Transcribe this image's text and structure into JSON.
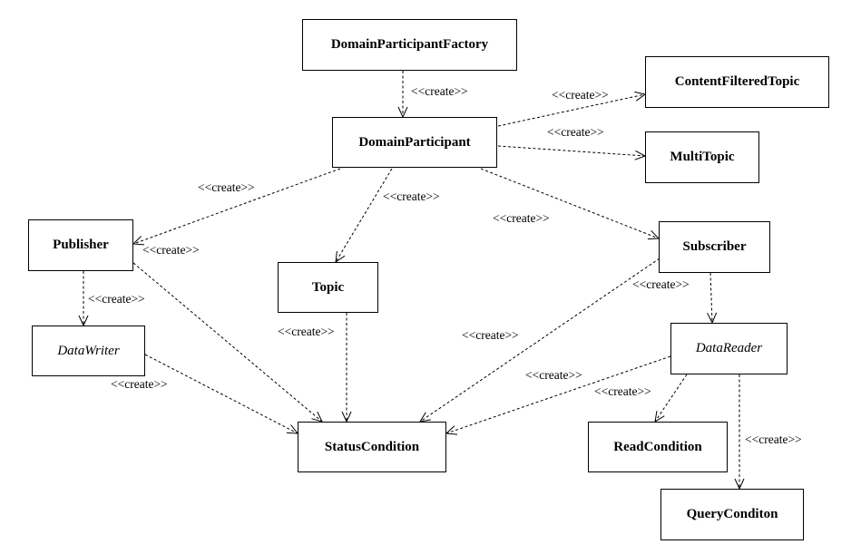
{
  "nodes": {
    "factory": "DomainParticipantFactory",
    "participant": "DomainParticipant",
    "cft": "ContentFilteredTopic",
    "multitopic": "MultiTopic",
    "publisher": "Publisher",
    "topic": "Topic",
    "subscriber": "Subscriber",
    "datawriter": "DataWriter",
    "datareader": "DataReader",
    "statuscondition": "StatusCondition",
    "readcondition": "ReadCondition",
    "querycondition": "QueryConditon"
  },
  "edge_label": "<<create>>",
  "edges": [
    {
      "from": "factory",
      "to": "participant",
      "label": "<<create>>"
    },
    {
      "from": "participant",
      "to": "cft",
      "label": "<<create>>"
    },
    {
      "from": "participant",
      "to": "multitopic",
      "label": "<<create>>"
    },
    {
      "from": "participant",
      "to": "publisher",
      "label": "<<create>>"
    },
    {
      "from": "participant",
      "to": "topic",
      "label": "<<create>>"
    },
    {
      "from": "participant",
      "to": "subscriber",
      "label": "<<create>>"
    },
    {
      "from": "publisher",
      "to": "statuscondition",
      "label": "<<create>>"
    },
    {
      "from": "publisher",
      "to": "datawriter",
      "label": "<<create>>"
    },
    {
      "from": "topic",
      "to": "statuscondition",
      "label": "<<create>>"
    },
    {
      "from": "subscriber",
      "to": "statuscondition",
      "label": "<<create>>"
    },
    {
      "from": "subscriber",
      "to": "datareader",
      "label": "<<create>>"
    },
    {
      "from": "datawriter",
      "to": "statuscondition",
      "label": "<<create>>"
    },
    {
      "from": "datareader",
      "to": "statuscondition",
      "label": "<<create>>"
    },
    {
      "from": "datareader",
      "to": "readcondition",
      "label": "<<create>>"
    },
    {
      "from": "datareader",
      "to": "querycondition",
      "label": "<<create>>"
    }
  ]
}
